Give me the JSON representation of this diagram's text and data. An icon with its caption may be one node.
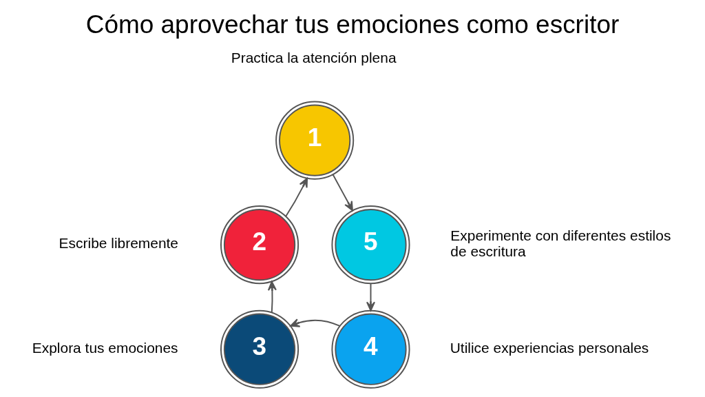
{
  "diagram": {
    "title": "Cómo aprovechar tus emociones como escritor",
    "nodes": [
      {
        "text": [
          "1"
        ],
        "beside": [
          "Practica la atención plena"
        ]
      },
      {
        "text": [
          "2"
        ],
        "beside": [
          "Escribe libremente"
        ]
      },
      {
        "text": [
          "5"
        ],
        "beside": [
          "Experimente con diferentes estilos de escritura"
        ]
      },
      {
        "text": [
          "3"
        ],
        "beside": [
          "Explora tus emociones"
        ]
      },
      {
        "text": [
          "4"
        ],
        "beside": [
          "Utilice experiencias personales"
        ]
      }
    ],
    "edges": [
      {
        "from": 1,
        "to": 0,
        "arrow": "to"
      },
      {
        "from": 0,
        "to": 2,
        "arrow": "to"
      },
      {
        "from": 2,
        "to": 4,
        "arrow": "to"
      },
      {
        "from": 4,
        "to": 3,
        "arrow": "to"
      },
      {
        "from": 3,
        "to": 1,
        "arrow": "to"
      }
    ]
  }
}
